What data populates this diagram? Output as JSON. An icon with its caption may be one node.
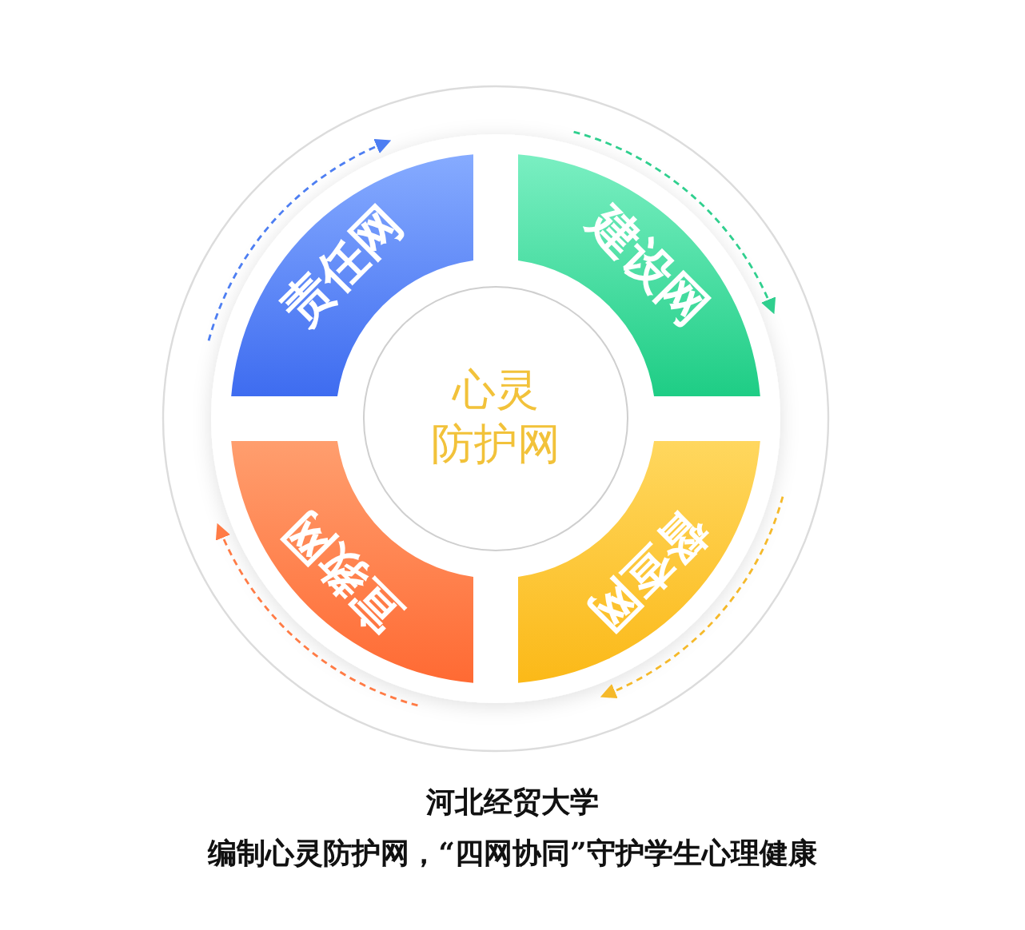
{
  "diagram": {
    "title": "河北经贸大学",
    "caption": "编制心灵防护网，“四网协同”守护学生心理健康",
    "nodes": [
      {
        "text": [
          "心灵",
          "防护网"
        ]
      },
      {
        "text": [
          "责任网"
        ]
      },
      {
        "text": [
          "建设网"
        ]
      },
      {
        "text": [
          "督查网"
        ]
      },
      {
        "text": [
          "宣教网"
        ]
      }
    ]
  }
}
